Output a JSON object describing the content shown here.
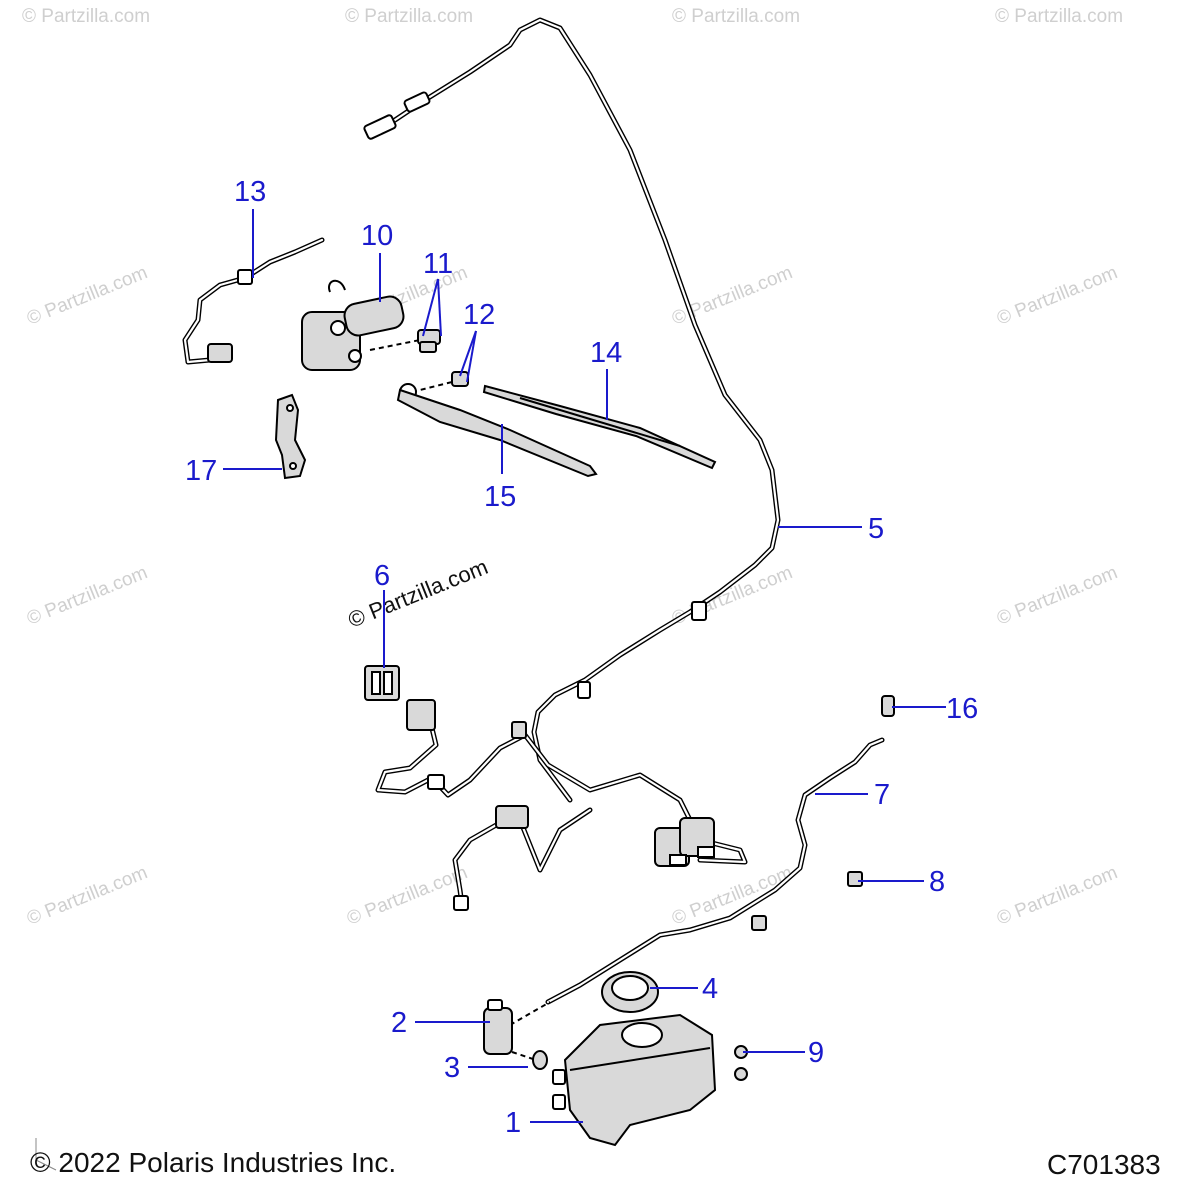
{
  "callouts": [
    "1",
    "2",
    "3",
    "4",
    "5",
    "6",
    "7",
    "8",
    "9",
    "10",
    "11",
    "12",
    "13",
    "14",
    "15",
    "16",
    "17"
  ],
  "watermark": "© Partzilla.com",
  "copyright": "© 2022 Polaris Industries Inc.",
  "diagram_id": "C701383"
}
